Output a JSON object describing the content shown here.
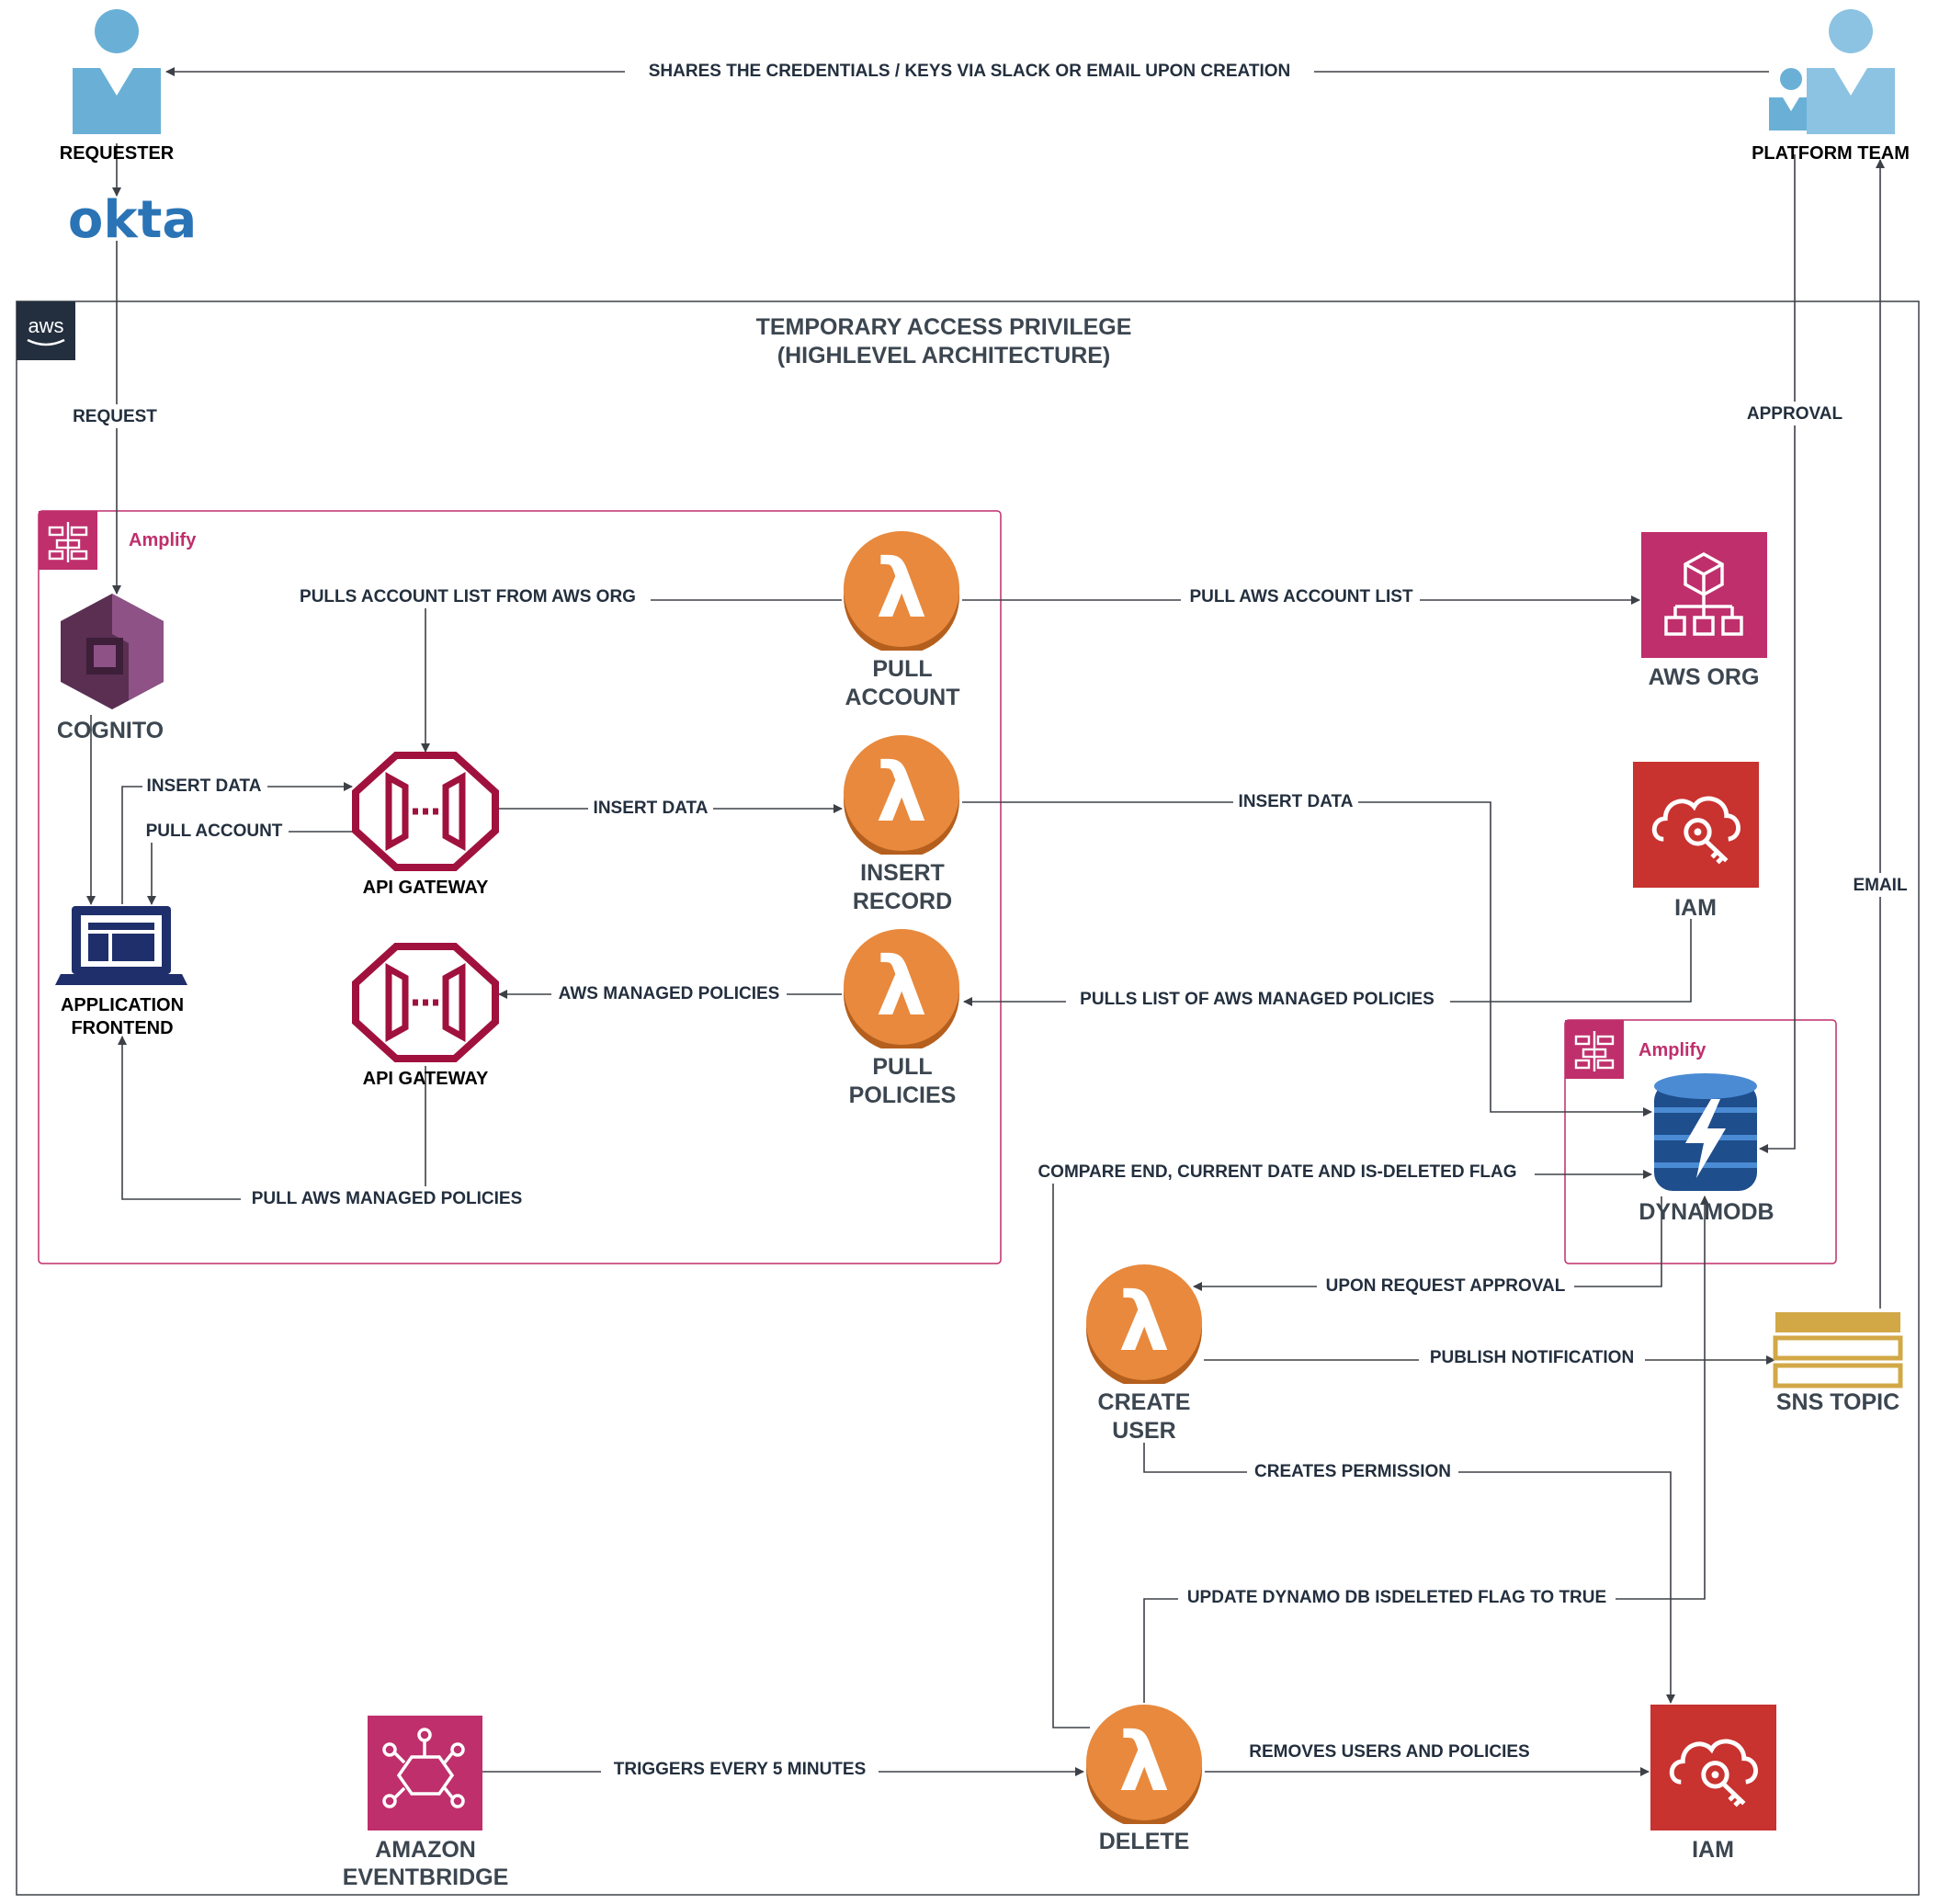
{
  "title": {
    "line1": "TEMPORARY ACCESS PRIVILEGE",
    "line2": "(HIGHLEVEL ARCHITECTURE)"
  },
  "aws_logo": "aws",
  "okta_logo": "okta",
  "groups": {
    "amplify_main": "Amplify",
    "amplify_db": "Amplify"
  },
  "nodes": {
    "requester": "REQUESTER",
    "platform_team": "PLATFORM TEAM",
    "cognito": "COGNITO",
    "app_frontend": [
      "APPLICATION",
      "FRONTEND"
    ],
    "api_gateway_1": "API GATEWAY",
    "api_gateway_2": "API GATEWAY",
    "pull_account": [
      "PULL",
      "ACCOUNT"
    ],
    "insert_record": [
      "INSERT",
      "RECORD"
    ],
    "pull_policies": [
      "PULL",
      "POLICIES"
    ],
    "aws_org": "AWS ORG",
    "iam_top": "IAM",
    "dynamodb": "DYNAMODB",
    "create_user": [
      "CREATE",
      "USER"
    ],
    "sns_topic": "SNS TOPIC",
    "delete": "DELETE",
    "eventbridge": [
      "AMAZON",
      "EVENTBRIDGE"
    ],
    "iam_bottom": "IAM"
  },
  "edges": {
    "shares_credentials": "SHARES THE CREDENTIALS / KEYS VIA SLACK OR EMAIL UPON CREATION",
    "request": "REQUEST",
    "approval": "APPROVAL",
    "email": "EMAIL",
    "pulls_account_list": "PULLS ACCOUNT LIST FROM AWS ORG",
    "pull_aws_account_list": "PULL AWS ACCOUNT LIST",
    "insert_data_frontend": "INSERT DATA",
    "pull_account_frontend": "PULL ACCOUNT",
    "insert_data_gateway": "INSERT DATA",
    "insert_data_dynamo": "INSERT DATA",
    "aws_managed_policies": "AWS MANAGED POLICIES",
    "pulls_list_policies": "PULLS LIST OF AWS MANAGED POLICIES",
    "pull_aws_managed_policies": "PULL AWS MANAGED POLICIES",
    "compare_dates": "COMPARE END, CURRENT DATE AND IS-DELETED FLAG",
    "upon_request_approval": "UPON REQUEST APPROVAL",
    "publish_notification": "PUBLISH NOTIFICATION",
    "creates_permission": "CREATES PERMISSION",
    "update_dynamo_flag": "UPDATE DYNAMO DB ISDELETED FLAG TO TRUE",
    "triggers_every": "TRIGGERS EVERY 5 MINUTES",
    "removes_users": "REMOVES USERS AND POLICIES"
  },
  "colors": {
    "person": "#6ab0d6",
    "okta": "#2a74b6",
    "lambda": "#e8893d",
    "amplify": "#bf2f6c",
    "aws_org": "#bf2f6c",
    "iam": "#c8322f",
    "dynamodb": "#2e6fba",
    "sns": "#d2a847",
    "cognito": "#7b3f6f",
    "api_gateway": "#a0113e",
    "frontend": "#1f2f6b",
    "eventbridge": "#bf2f6c"
  }
}
